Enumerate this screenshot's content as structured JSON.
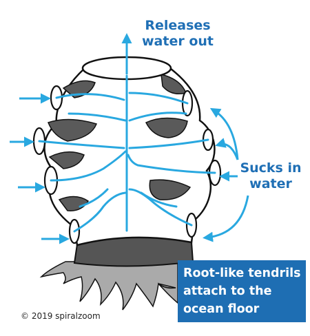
{
  "labels": {
    "top": "Releases water out",
    "right": "Sucks in water",
    "box": "Root-like tendrils attach to the ocean floor"
  },
  "copyright": "© 2019 spiralzoom",
  "colors": {
    "arrow": "#29a8e0",
    "label": "#1f6fb5",
    "box": "#1e6eb3",
    "hole": "#5a5a5a",
    "base": "#555555",
    "roots": "#aaaaaa",
    "outline": "#111111"
  }
}
